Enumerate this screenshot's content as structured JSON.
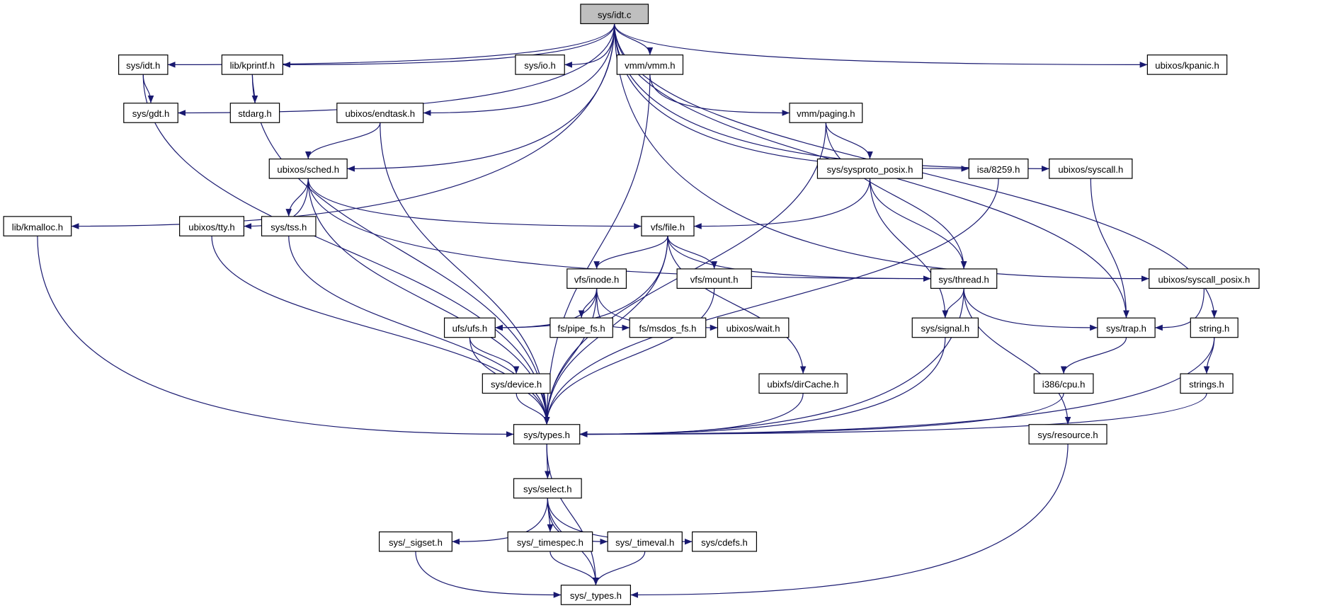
{
  "colors": {
    "edge": "#191970",
    "root_fill": "#bfbfbf",
    "node_fill": "#ffffff",
    "node_border": "#000000"
  },
  "root": "sys/idt.c",
  "nodes": [
    "sys/idt.c",
    "sys/idt.h",
    "lib/kprintf.h",
    "sys/io.h",
    "vmm/vmm.h",
    "ubixos/kpanic.h",
    "sys/gdt.h",
    "stdarg.h",
    "ubixos/endtask.h",
    "vmm/paging.h",
    "ubixos/sched.h",
    "sys/sysproto_posix.h",
    "isa/8259.h",
    "ubixos/syscall.h",
    "lib/kmalloc.h",
    "ubixos/tty.h",
    "sys/tss.h",
    "vfs/file.h",
    "vfs/mount.h",
    "sys/thread.h",
    "ubixos/syscall_posix.h",
    "vfs/inode.h",
    "ufs/ufs.h",
    "fs/pipe_fs.h",
    "fs/msdos_fs.h",
    "ubixos/wait.h",
    "sys/signal.h",
    "sys/trap.h",
    "string.h",
    "sys/device.h",
    "ubixfs/dirCache.h",
    "i386/cpu.h",
    "strings.h",
    "sys/types.h",
    "sys/resource.h",
    "sys/select.h",
    "sys/_sigset.h",
    "sys/_timespec.h",
    "sys/_timeval.h",
    "sys/cdefs.h",
    "sys/_types.h"
  ],
  "edges": [
    [
      "sys/idt.c",
      "sys/idt.h"
    ],
    [
      "sys/idt.c",
      "lib/kprintf.h"
    ],
    [
      "sys/idt.c",
      "sys/gdt.h"
    ],
    [
      "sys/idt.c",
      "sys/io.h"
    ],
    [
      "sys/idt.c",
      "vmm/vmm.h"
    ],
    [
      "sys/idt.c",
      "ubixos/endtask.h"
    ],
    [
      "sys/idt.c",
      "ubixos/sched.h"
    ],
    [
      "sys/idt.c",
      "lib/kmalloc.h"
    ],
    [
      "sys/idt.c",
      "ubixos/kpanic.h"
    ],
    [
      "sys/idt.c",
      "isa/8259.h"
    ],
    [
      "sys/idt.c",
      "ubixos/syscall.h"
    ],
    [
      "sys/idt.c",
      "sys/trap.h"
    ],
    [
      "sys/idt.c",
      "ubixos/syscall_posix.h"
    ],
    [
      "sys/idt.c",
      "string.h"
    ],
    [
      "sys/idt.h",
      "sys/gdt.h"
    ],
    [
      "sys/idt.h",
      "sys/types.h"
    ],
    [
      "lib/kprintf.h",
      "stdarg.h"
    ],
    [
      "lib/kprintf.h",
      "sys/types.h"
    ],
    [
      "vmm/vmm.h",
      "vmm/paging.h"
    ],
    [
      "vmm/vmm.h",
      "sys/types.h"
    ],
    [
      "ubixos/endtask.h",
      "ubixos/sched.h"
    ],
    [
      "ubixos/endtask.h",
      "sys/types.h"
    ],
    [
      "vmm/paging.h",
      "sys/sysproto_posix.h"
    ],
    [
      "vmm/paging.h",
      "sys/thread.h"
    ],
    [
      "vmm/paging.h",
      "sys/types.h"
    ],
    [
      "ubixos/sched.h",
      "ubixos/tty.h"
    ],
    [
      "ubixos/sched.h",
      "sys/tss.h"
    ],
    [
      "ubixos/sched.h",
      "vfs/file.h"
    ],
    [
      "ubixos/sched.h",
      "sys/thread.h"
    ],
    [
      "ubixos/sched.h",
      "sys/types.h"
    ],
    [
      "sys/sysproto_posix.h",
      "vfs/file.h"
    ],
    [
      "sys/sysproto_posix.h",
      "sys/thread.h"
    ],
    [
      "sys/sysproto_posix.h",
      "sys/signal.h"
    ],
    [
      "isa/8259.h",
      "sys/types.h"
    ],
    [
      "ubixos/syscall.h",
      "sys/trap.h"
    ],
    [
      "lib/kmalloc.h",
      "sys/types.h"
    ],
    [
      "ubixos/tty.h",
      "sys/types.h"
    ],
    [
      "sys/tss.h",
      "sys/types.h"
    ],
    [
      "vfs/file.h",
      "vfs/inode.h"
    ],
    [
      "vfs/file.h",
      "ufs/ufs.h"
    ],
    [
      "vfs/file.h",
      "vfs/mount.h"
    ],
    [
      "vfs/file.h",
      "sys/thread.h"
    ],
    [
      "vfs/file.h",
      "ubixfs/dirCache.h"
    ],
    [
      "vfs/file.h",
      "sys/types.h"
    ],
    [
      "vfs/inode.h",
      "ufs/ufs.h"
    ],
    [
      "vfs/inode.h",
      "fs/pipe_fs.h"
    ],
    [
      "vfs/inode.h",
      "fs/msdos_fs.h"
    ],
    [
      "vfs/inode.h",
      "ubixos/wait.h"
    ],
    [
      "vfs/inode.h",
      "sys/types.h"
    ],
    [
      "vfs/mount.h",
      "sys/types.h"
    ],
    [
      "sys/thread.h",
      "sys/signal.h"
    ],
    [
      "sys/thread.h",
      "sys/trap.h"
    ],
    [
      "sys/thread.h",
      "sys/resource.h"
    ],
    [
      "sys/thread.h",
      "sys/types.h"
    ],
    [
      "ubixos/syscall_posix.h",
      "sys/trap.h"
    ],
    [
      "ufs/ufs.h",
      "sys/device.h"
    ],
    [
      "ufs/ufs.h",
      "sys/types.h"
    ],
    [
      "sys/signal.h",
      "sys/types.h"
    ],
    [
      "sys/trap.h",
      "i386/cpu.h"
    ],
    [
      "string.h",
      "strings.h"
    ],
    [
      "string.h",
      "sys/types.h"
    ],
    [
      "sys/device.h",
      "sys/types.h"
    ],
    [
      "ubixfs/dirCache.h",
      "sys/types.h"
    ],
    [
      "i386/cpu.h",
      "sys/types.h"
    ],
    [
      "strings.h",
      "sys/types.h"
    ],
    [
      "sys/types.h",
      "sys/select.h"
    ],
    [
      "sys/types.h",
      "sys/_types.h"
    ],
    [
      "sys/resource.h",
      "sys/_types.h"
    ],
    [
      "sys/select.h",
      "sys/_sigset.h"
    ],
    [
      "sys/select.h",
      "sys/_timespec.h"
    ],
    [
      "sys/select.h",
      "sys/_timeval.h"
    ],
    [
      "sys/select.h",
      "sys/cdefs.h"
    ],
    [
      "sys/select.h",
      "sys/_types.h"
    ],
    [
      "sys/_sigset.h",
      "sys/_types.h"
    ],
    [
      "sys/_timespec.h",
      "sys/_types.h"
    ],
    [
      "sys/_timeval.h",
      "sys/_types.h"
    ]
  ]
}
